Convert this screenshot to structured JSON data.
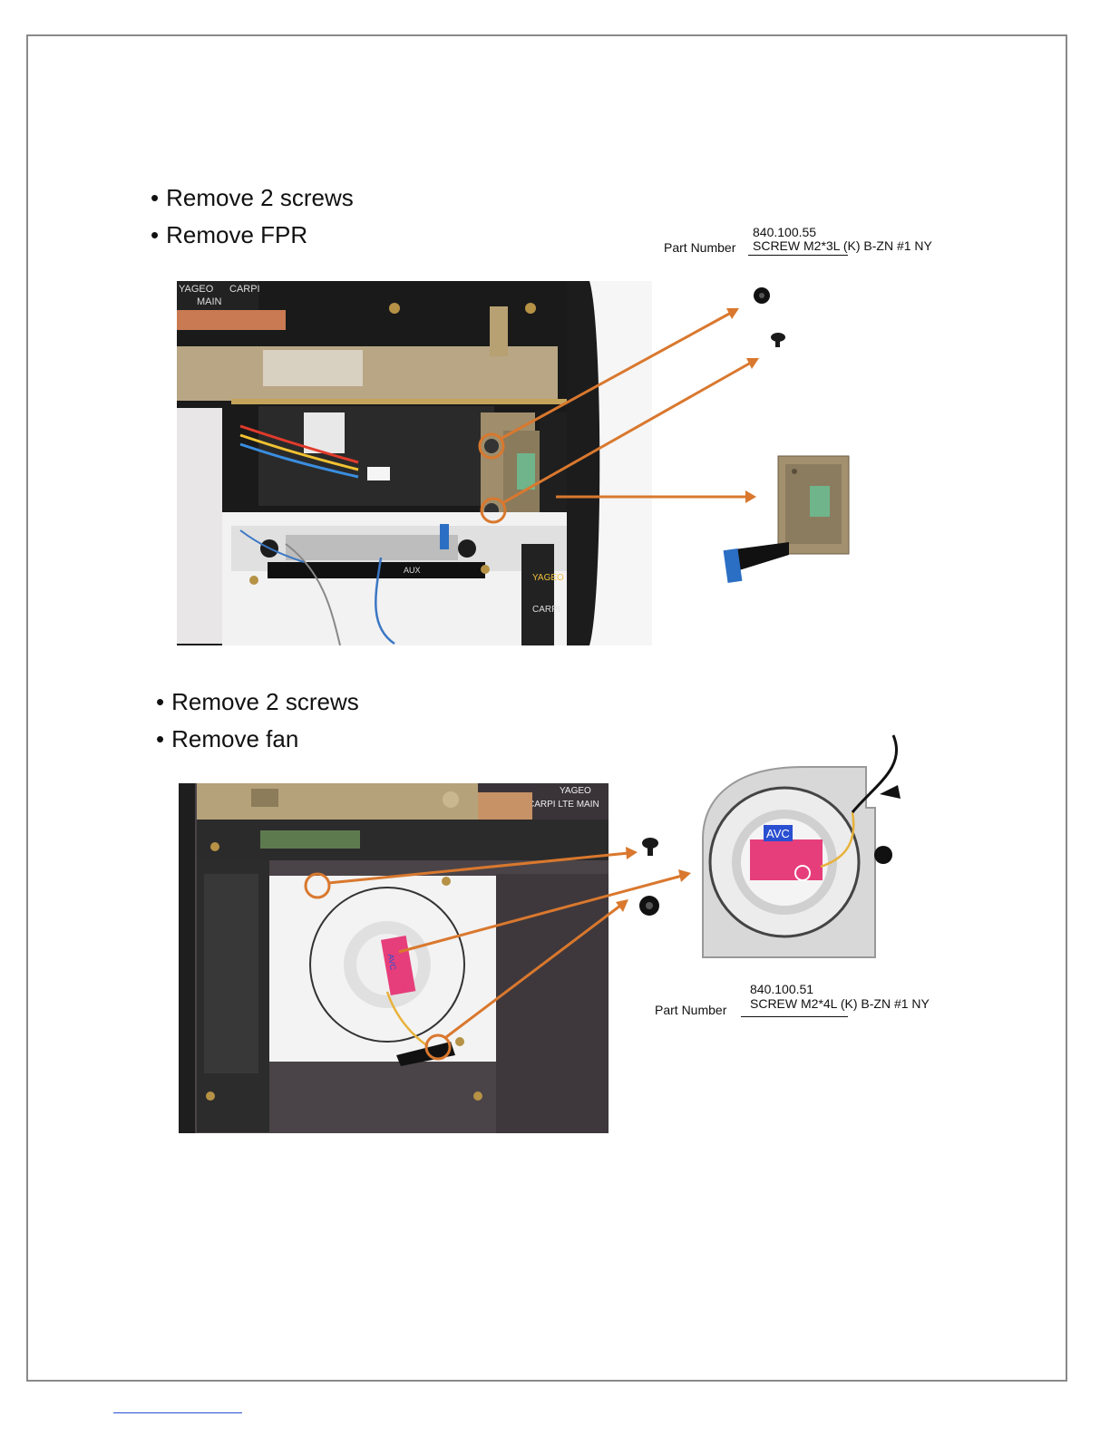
{
  "section1": {
    "steps": [
      "Remove 2 screws",
      "Remove FPR"
    ],
    "part_number_label": "Part Number",
    "part_number": "840.100.55",
    "part_description": "SCREW M2*3L (K) B-ZN #1 NY",
    "photo_labels": [
      "YAGEO",
      "CARPI",
      "MAIN",
      "AUX",
      "YAGEO",
      "CARPI"
    ]
  },
  "section2": {
    "steps": [
      "Remove 2 screws",
      "Remove fan"
    ],
    "part_number_label": "Part Number",
    "part_number": "840.100.51",
    "part_description": "SCREW M2*4L (K) B-ZN #1 NY",
    "photo_labels": [
      "YAGEO",
      "CARPI LTE MAIN",
      "AVC"
    ]
  },
  "colors": {
    "arrow": "#d9782e",
    "frame": "#8a8a8a",
    "link": "#2b4fd1"
  }
}
